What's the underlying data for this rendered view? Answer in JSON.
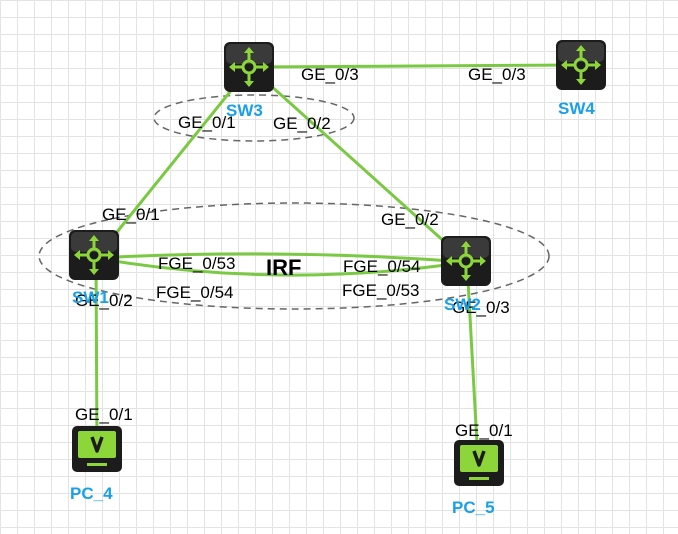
{
  "devices": {
    "sw1": "SW1",
    "sw2": "SW2",
    "sw3": "SW3",
    "sw4": "SW4",
    "pc4": "PC_4",
    "pc5": "PC_5"
  },
  "stack_label": "IRF",
  "ports": {
    "sw3_to_sw4": "GE_0/3",
    "sw4_to_sw3": "GE_0/3",
    "sw3_to_sw1": "GE_0/1",
    "sw3_to_sw2": "GE_0/2",
    "sw1_to_sw3": "GE_0/1",
    "sw2_to_sw3": "GE_0/2",
    "sw1_irf_a": "FGE_0/53",
    "sw1_irf_b": "FGE_0/54",
    "sw2_irf_a": "FGE_0/54",
    "sw2_irf_b": "FGE_0/53",
    "sw1_to_pc4": "GE_0/2",
    "sw2_to_pc5": "GE_0/3",
    "pc4_port": "GE_0/1",
    "pc5_port": "GE_0/1"
  },
  "colors": {
    "link": "#7ac943",
    "device_label": "#1aa0e8",
    "icon_body": "#1c1c1c",
    "icon_symbol": "#8dd63a",
    "stack_outline": "#666666"
  }
}
